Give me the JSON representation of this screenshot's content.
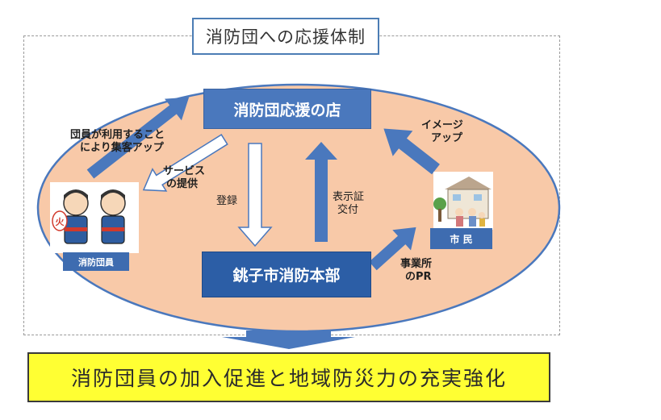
{
  "title": "消防団への応援体制",
  "nodes": {
    "store": "消防団応援の店",
    "hq": "銚子市消防本部",
    "fire_corps": "消防団員",
    "citizens": "市 民"
  },
  "edges": {
    "customers": [
      "団員が利用すること",
      "により集客アップ"
    ],
    "service": [
      "サービス",
      "の提供"
    ],
    "register": "登録",
    "sign": [
      "表示証",
      "交付"
    ],
    "image": [
      "イメージ",
      "アップ"
    ],
    "pr": [
      "事業所",
      "のPR"
    ]
  },
  "icons": {
    "fire_badge": "火"
  },
  "result": "消防団員の加入促進と地域防災力の充実強化",
  "colors": {
    "ellipse": "#f8c9a8",
    "box_blue": "#4a78bd",
    "result_bg": "#ffff33"
  }
}
